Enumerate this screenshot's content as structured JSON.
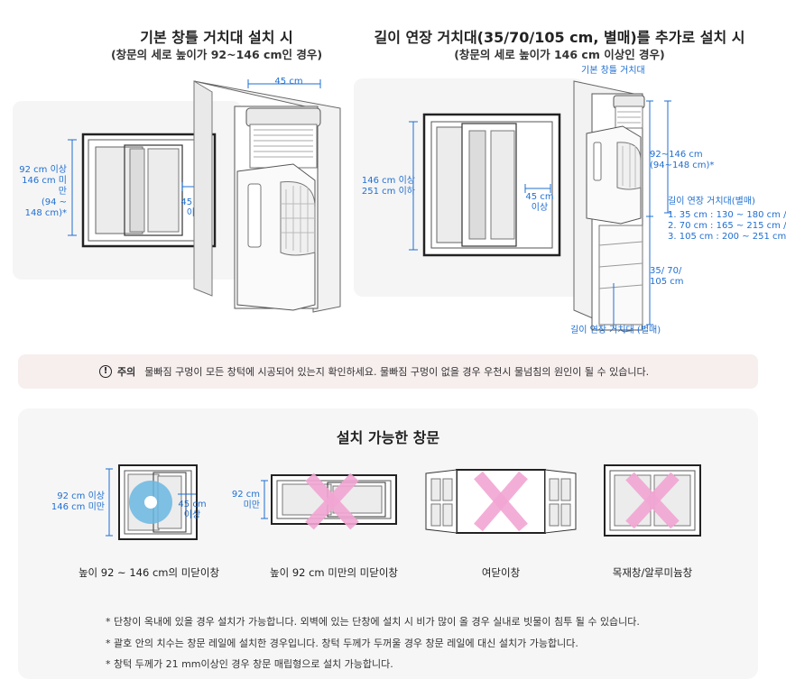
{
  "section1": {
    "title": "기본 창틀 거치대 설치 시",
    "subtitle": "(창문의 세로 높이가 92~146 cm인 경우)",
    "height_label_lines": [
      "92 cm 이상",
      "146 cm 미만",
      "(94 ~",
      "148 cm)*"
    ],
    "min_width_label_lines": [
      "45 cm",
      "이상"
    ],
    "bracket_width_label": "45 cm"
  },
  "section2": {
    "title": "길이 연장 거치대(35/70/105 cm, 별매)를 추가로 설치 시",
    "subtitle": "(창문의 세로 높이가 146 cm 이상인 경우)",
    "height_label_lines": [
      "146 cm 이상",
      "251 cm 이하"
    ],
    "min_width_label_lines": [
      "45 cm",
      "이상"
    ],
    "basic_bracket_label": "기본 창틀 거치대",
    "range_label_lines": [
      "92~146 cm",
      "(94~148 cm)*"
    ],
    "ext_title": "길이 연장 거치대(별매)",
    "ext_lines": [
      "1. 35 cm : 130 ~ 180 cm /",
      "2. 70 cm : 165 ~ 215 cm /",
      "3. 105 cm : 200 ~ 251 cm"
    ],
    "ext_len_label_lines": [
      "35/ 70/",
      "105 cm"
    ],
    "ext_bracket_label": "길이 연장 거치대 (별매)"
  },
  "notice": {
    "icon": "exclamation-circle-icon",
    "label": "주의",
    "text": "물빠짐 구멍이 모든 창턱에 시공되어 있는지 확인하세요. 물빠짐 구멍이 없을 경우 우천시 물넘침의 원인이 될 수 있습니다."
  },
  "windows": {
    "title": "설치 가능한 창문",
    "items": [
      {
        "caption": "높이 92 ~ 146 cm의 미닫이창",
        "labels": [
          "92 cm 이상",
          "146 cm 미만"
        ],
        "width_labels": [
          "45 cm",
          "이상"
        ],
        "allowed": true
      },
      {
        "caption": "높이 92 cm 미만의 미닫이창",
        "labels": [
          "92 cm",
          "미만"
        ],
        "allowed": false
      },
      {
        "caption": "여닫이창",
        "allowed": false
      },
      {
        "caption": "목재창/알루미늄창",
        "allowed": false
      }
    ]
  },
  "footnotes": [
    "* 단창이 옥내에 있을 경우 설치가 가능합니다. 외벽에 있는 단창에 설치 시 비가 많이 올 경우 실내로 빗물이 침투 될 수 있습니다.",
    "* 괄호 안의 치수는 창문 레일에 설치한 경우입니다. 창턱 두께가 두꺼울 경우 창문 레일에 대신 설치가 가능합니다.",
    "* 창턱 두께가 21 mm이상인 경우 창문 매립형으로 설치 가능합니다."
  ],
  "colors": {
    "accent": "#1f6fd1",
    "cross": "#f2a6d3",
    "circle": "#6bb7e3"
  }
}
